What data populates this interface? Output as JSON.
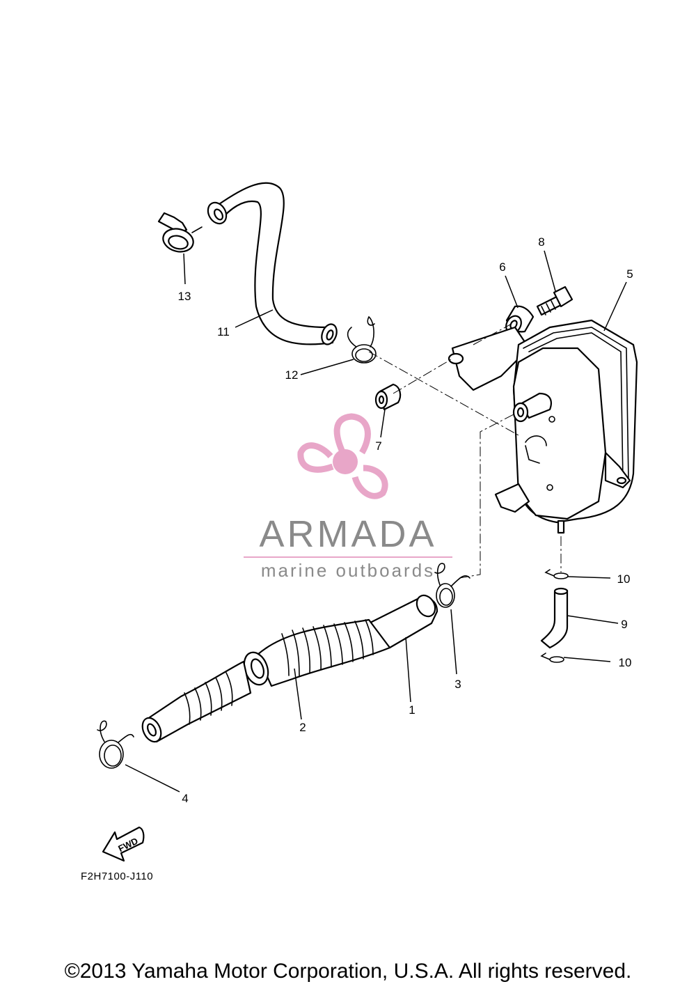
{
  "callouts": {
    "c1": "1",
    "c2": "2",
    "c3": "3",
    "c4": "4",
    "c5": "5",
    "c6": "6",
    "c7": "7",
    "c8": "8",
    "c9": "9",
    "c10a": "10",
    "c10b": "10",
    "c11": "11",
    "c12": "12",
    "c13": "13"
  },
  "diagram_code": "F2H7100-J110",
  "fwd_label": "FWD",
  "watermark": {
    "name": "ARMADA",
    "tagline": "marine outboards",
    "color": "#e8a6c8"
  },
  "copyright": "©2013 Yamaha Motor Corporation, U.S.A. All rights reserved."
}
